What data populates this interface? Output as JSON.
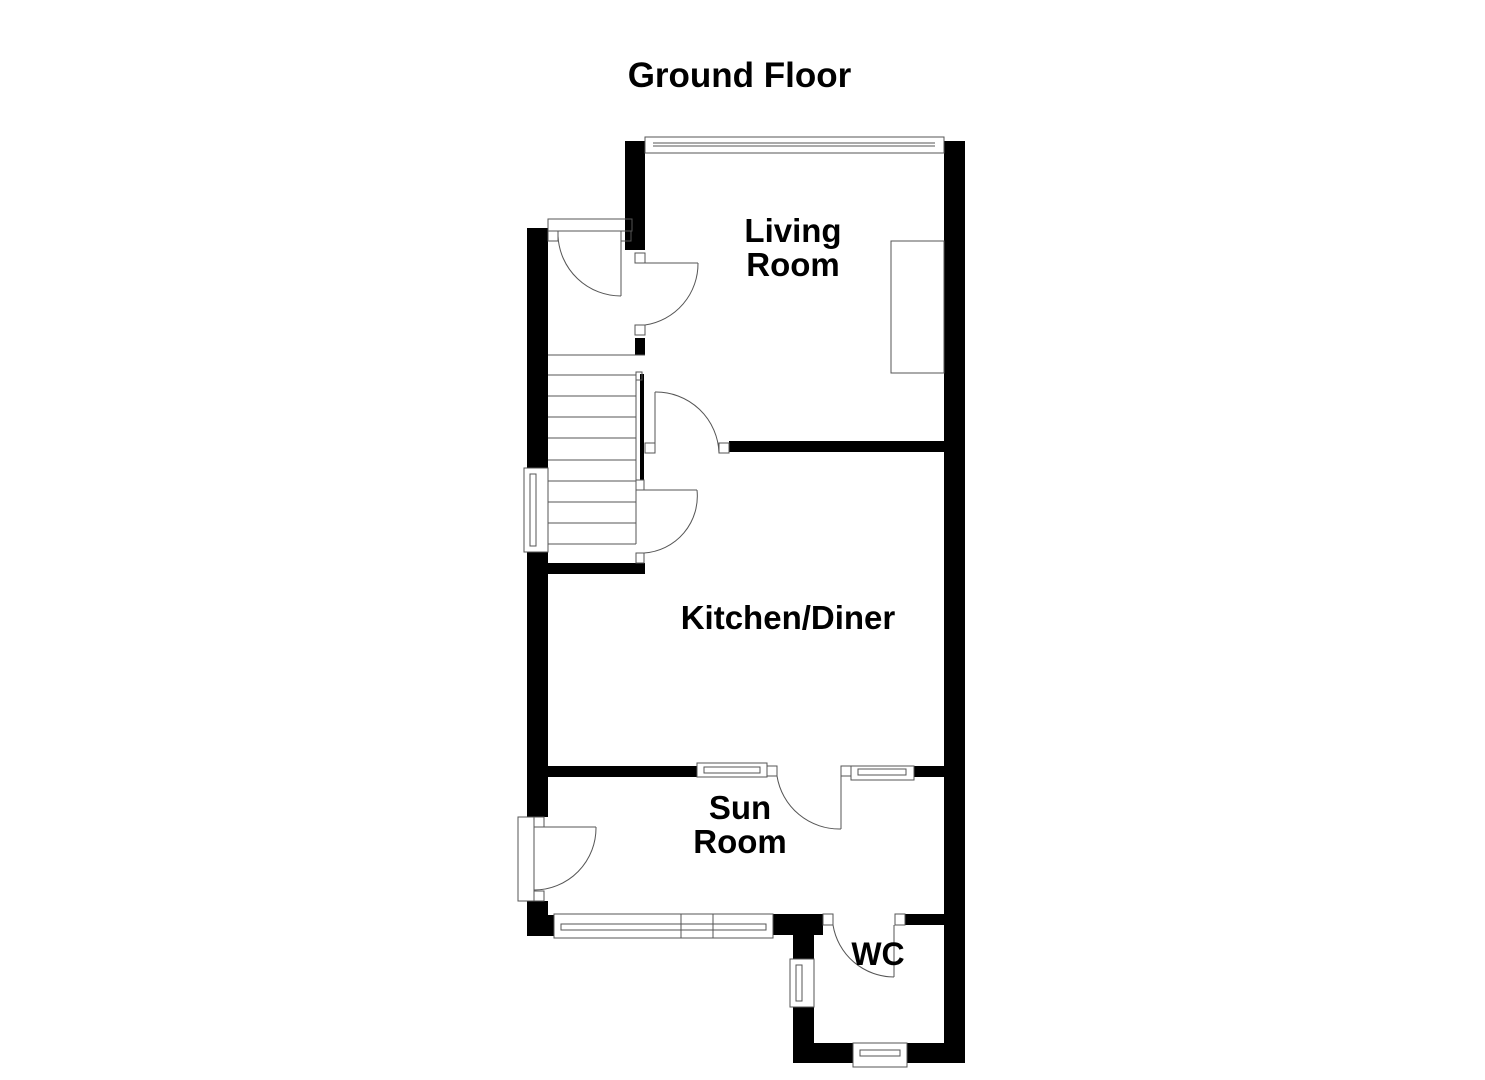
{
  "title": "Ground Floor",
  "rooms": [
    {
      "id": "living-room",
      "line1": "Living",
      "line2": "Room"
    },
    {
      "id": "kitchen-diner",
      "line1": "Kitchen/Diner",
      "line2": ""
    },
    {
      "id": "sun-room",
      "line1": "Sun",
      "line2": "Room"
    },
    {
      "id": "wc",
      "line1": "WC",
      "line2": ""
    }
  ],
  "colors": {
    "wall": "#000000",
    "background": "#ffffff",
    "line": "#555555"
  }
}
